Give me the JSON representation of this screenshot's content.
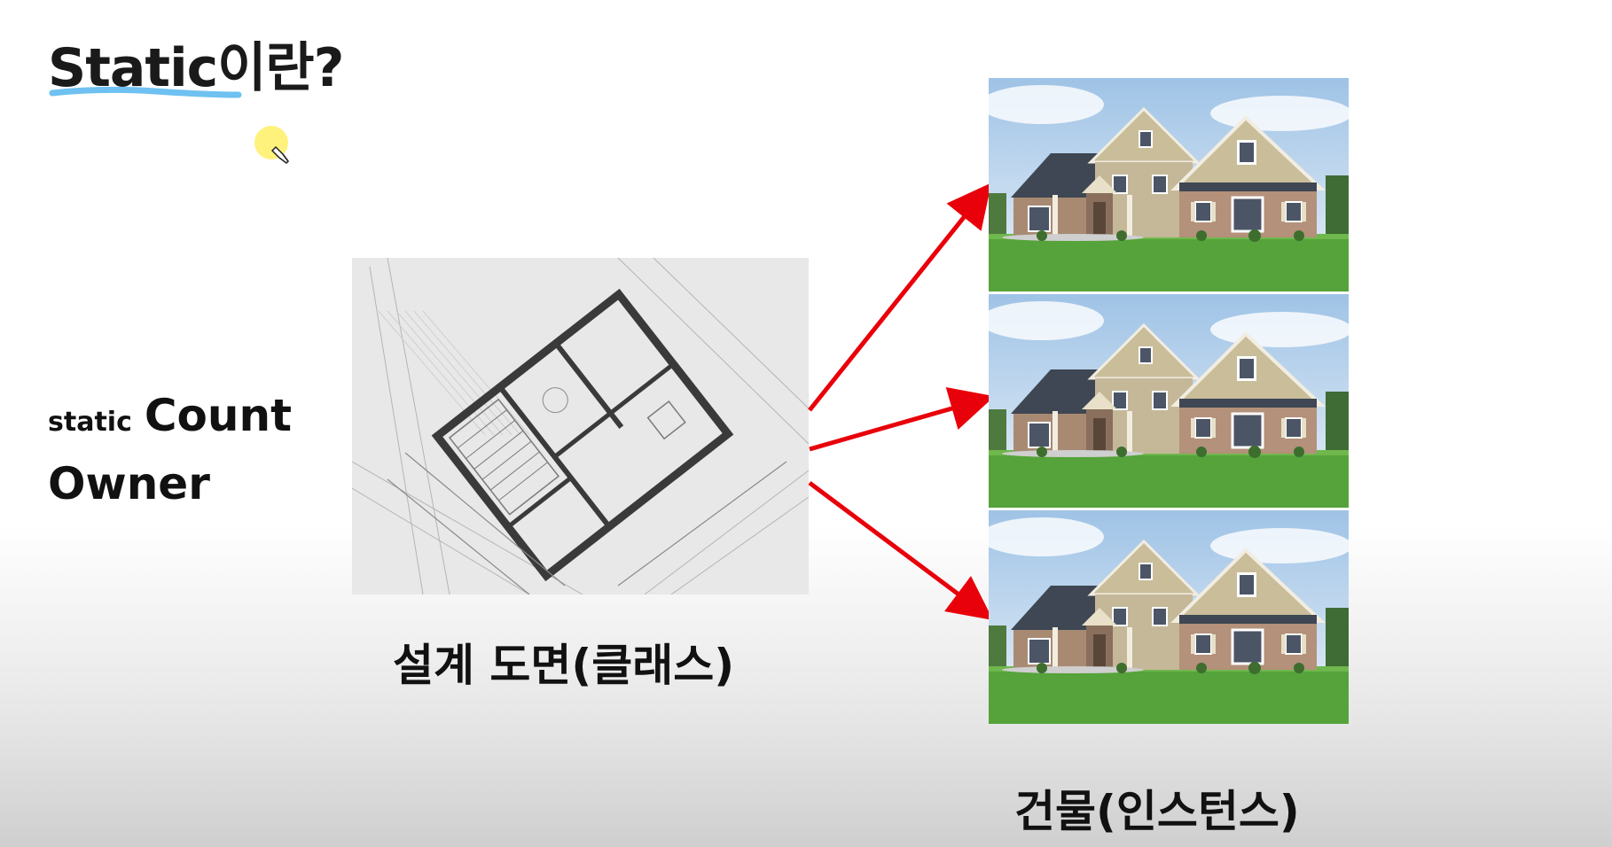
{
  "title": "Static이란?",
  "side_labels": {
    "static_keyword": "static",
    "count_label": "Count",
    "owner_label": "Owner"
  },
  "blueprint_caption": "설계 도면(클래스)",
  "instances_caption": "건물(인스턴스)",
  "colors": {
    "arrow": "#e8000a",
    "title_underline": "#6ec1f0",
    "cursor_highlight": "#ffee50"
  },
  "icons": [
    "pencil-cursor-icon"
  ]
}
